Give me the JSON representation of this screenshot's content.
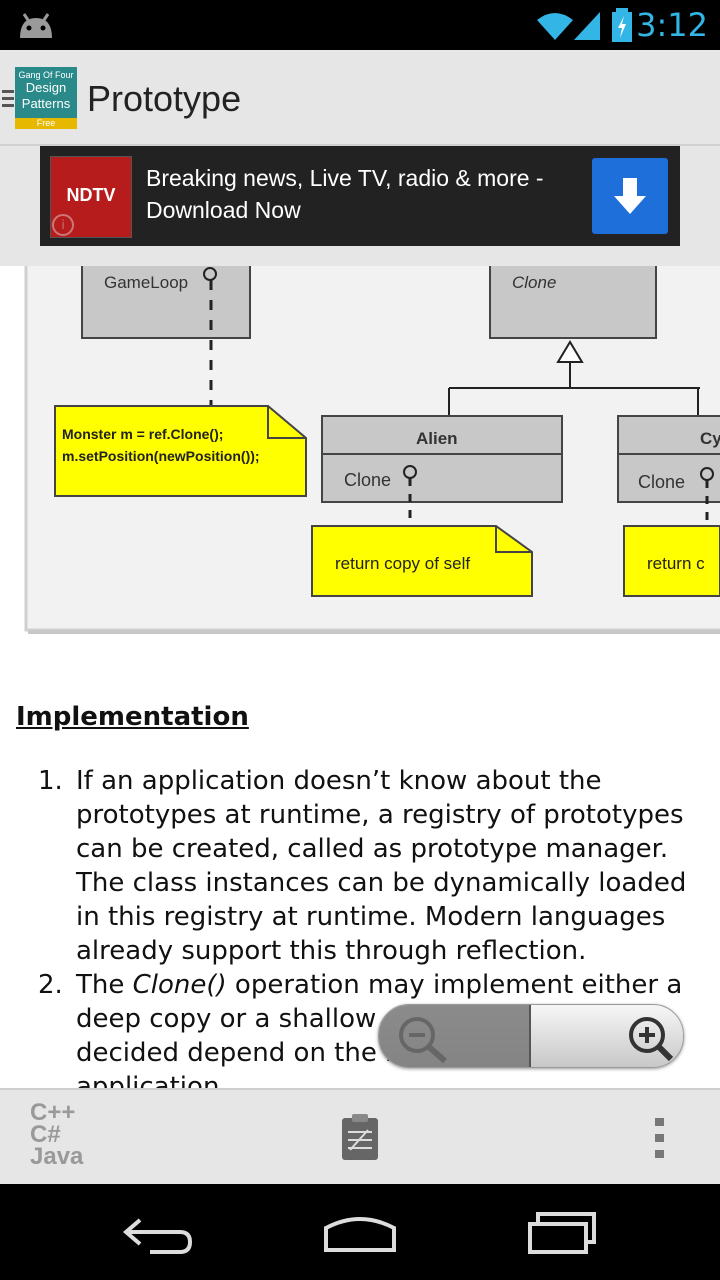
{
  "status": {
    "time": "3:12"
  },
  "app": {
    "logo": {
      "line1": "Gang Of Four",
      "line2": "Design",
      "line3": "Patterns",
      "badge": "Free"
    },
    "title": "Prototype"
  },
  "ad": {
    "brand": "NDTV",
    "text": "Breaking news, Live TV, radio & more - Download Now"
  },
  "diagram": {
    "gameloop": "GameLoop",
    "clone_top": "Clone",
    "note_left_1": "Monster m = ref.Clone();",
    "note_left_2": "m.setPosition(newPosition());",
    "alien": "Alien",
    "alien_clone": "Clone",
    "cy": "Cy",
    "cy_clone": "Clone",
    "note_alien": "return copy of self",
    "note_cy": "return c"
  },
  "content": {
    "heading": "Implementation",
    "items": [
      {
        "num": "1.",
        "text": "If an application doesn’t know about the prototypes at runtime, a registry of prototypes can be created, called as prototype manager. The class instances can be dynamically loaded in this registry at runtime. Modern languages already support this through reflection."
      },
      {
        "num": "2.",
        "pre": "The ",
        "em": "Clone()",
        "post": " operation may implement either a deep copy or a shallow copy. This can be decided depend on the requirement of the application"
      }
    ]
  },
  "bottom": {
    "lang_1": "C++",
    "lang_2": "C#",
    "lang_3": "Java"
  },
  "colors": {
    "accent": "#33b5e5",
    "note_yellow": "#ffff00",
    "ad_button": "#1e6fd9"
  }
}
